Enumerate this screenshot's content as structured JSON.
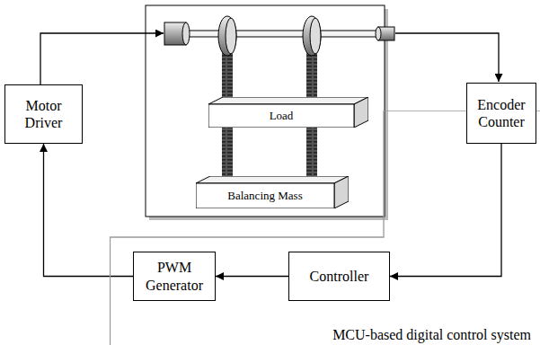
{
  "diagram": {
    "nodes": [
      {
        "text": [
          "Motor Driver"
        ]
      },
      {
        "text": [
          "Load"
        ]
      },
      {
        "text": [
          "Balancing Mass"
        ]
      },
      {
        "text": [
          "Encoder Counter"
        ]
      },
      {
        "text": [
          "MCU-based digital control system"
        ]
      },
      {
        "text": [
          "PWM Generator"
        ],
        "in": 4
      },
      {
        "text": [
          "Controller"
        ],
        "in": 4
      }
    ],
    "edges": [
      {
        "from": 3,
        "to": 6,
        "arrow": "to"
      },
      {
        "from": 6,
        "to": 5,
        "arrow": "to"
      },
      {
        "from": 5,
        "to": 0,
        "arrow": "to"
      }
    ]
  }
}
